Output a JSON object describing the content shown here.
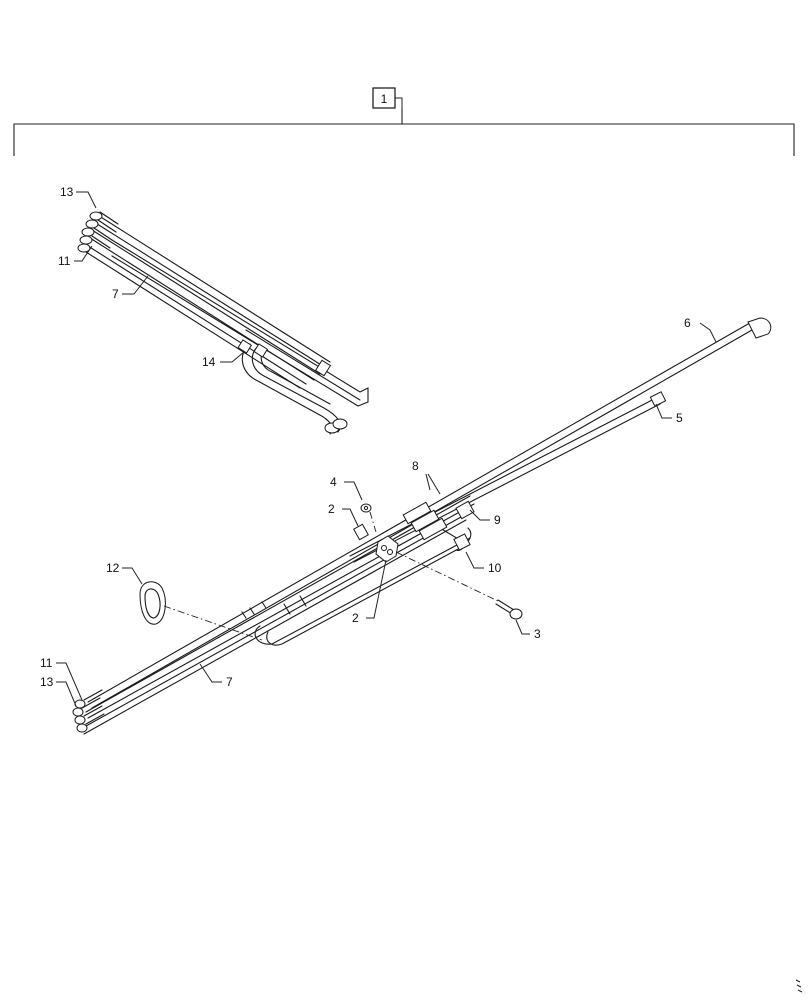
{
  "assembly": {
    "callout": "1"
  },
  "upper_view": {
    "labels": {
      "l13": "13",
      "l11": "11",
      "l7": "7",
      "l14": "14"
    }
  },
  "lower_view": {
    "labels": {
      "l6": "6",
      "l5": "5",
      "l8": "8",
      "l9": "9",
      "l4": "4",
      "l2a": "2",
      "l10": "10",
      "l12": "12",
      "l2b": "2",
      "l3": "3",
      "l11": "11",
      "l13": "13",
      "l7": "7"
    }
  }
}
